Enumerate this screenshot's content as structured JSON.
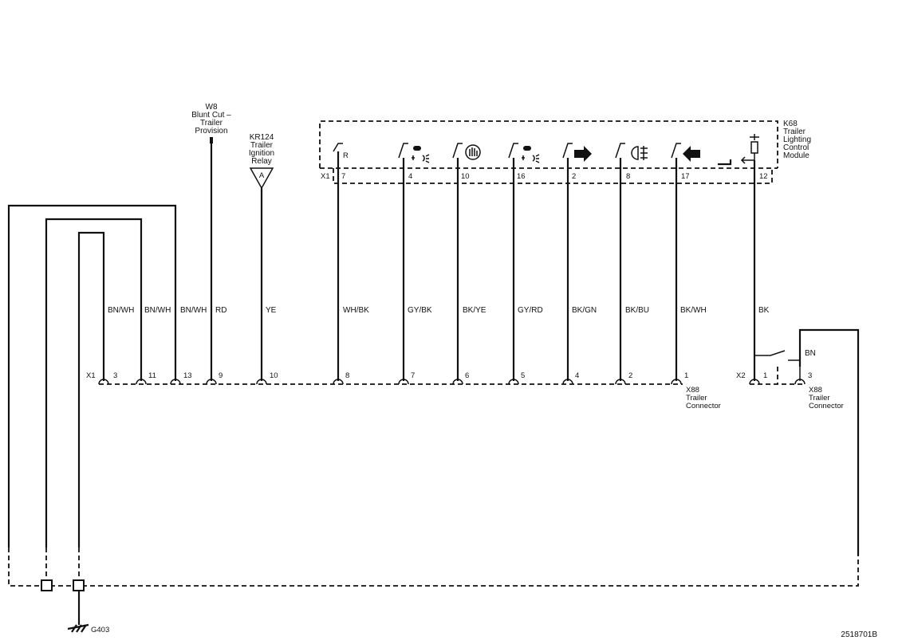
{
  "module": {
    "ref": "K68",
    "name_lines": [
      "Trailer",
      "Lighting",
      "Control",
      "Module"
    ],
    "connector": "X1",
    "pins": [
      {
        "pin": "7",
        "symbol": "reverse"
      },
      {
        "pin": "4",
        "symbol": "tail-lamp-left"
      },
      {
        "pin": "10",
        "symbol": "stop-lamp"
      },
      {
        "pin": "16",
        "symbol": "tail-lamp-right"
      },
      {
        "pin": "2",
        "symbol": "turn-right-arrow"
      },
      {
        "pin": "8",
        "symbol": "fog-lamp"
      },
      {
        "pin": "17",
        "symbol": "turn-left-arrow"
      },
      {
        "pin": "12",
        "symbol": "ground"
      }
    ],
    "reverse_letter": "R"
  },
  "w8": {
    "ref": "W8",
    "lines": [
      "Blunt Cut –",
      "Trailer",
      "Provision"
    ]
  },
  "relay": {
    "ref": "KR124",
    "lines": [
      "Trailer",
      "Ignition",
      "Relay"
    ],
    "terminal": "A"
  },
  "wires": [
    {
      "color": "BN/WH",
      "bottom_pin": "3"
    },
    {
      "color": "BN/WH",
      "bottom_pin": "11"
    },
    {
      "color": "BN/WH",
      "bottom_pin": "13"
    },
    {
      "color": "RD",
      "bottom_pin": "9"
    },
    {
      "color": "YE",
      "bottom_pin": "10"
    },
    {
      "color": "WH/BK",
      "bottom_pin": "8"
    },
    {
      "color": "GY/BK",
      "bottom_pin": "7"
    },
    {
      "color": "BK/YE",
      "bottom_pin": "6"
    },
    {
      "color": "GY/RD",
      "bottom_pin": "5"
    },
    {
      "color": "BK/GN",
      "bottom_pin": "4"
    },
    {
      "color": "BK/BU",
      "bottom_pin": "2"
    },
    {
      "color": "BK/WH",
      "bottom_pin": "1"
    },
    {
      "color": "BK",
      "bottom_pin": "1"
    },
    {
      "color": "BN",
      "bottom_pin": "3"
    }
  ],
  "x88_x1": {
    "connector": "X1",
    "caption_lines": [
      "X88",
      "Trailer",
      "Connector"
    ]
  },
  "x88_x2": {
    "connector": "X2",
    "caption_lines": [
      "X88",
      "Trailer",
      "Connector"
    ]
  },
  "ground": {
    "ref": "G403"
  },
  "figure_id": "2518701B"
}
